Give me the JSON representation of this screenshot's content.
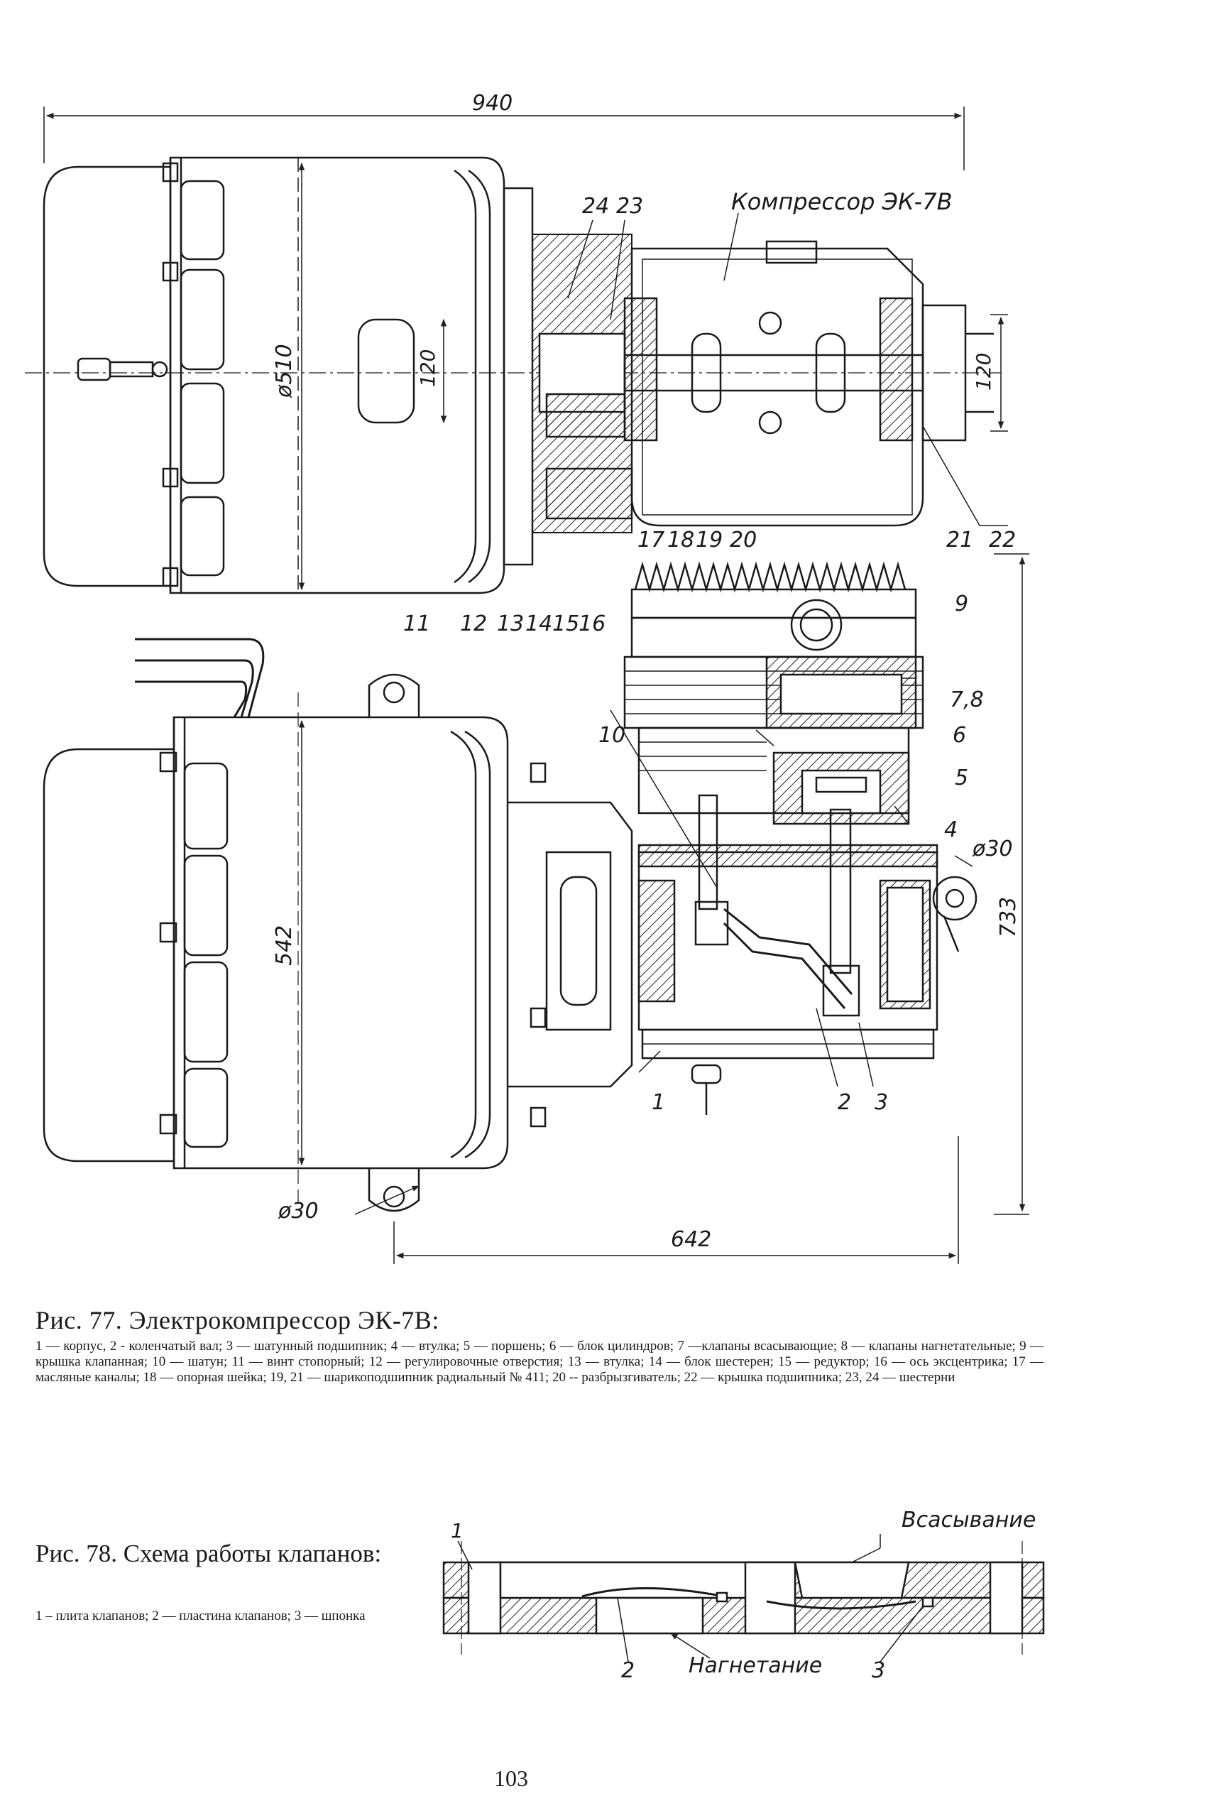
{
  "drawing77": {
    "dimensions": {
      "d940": "940",
      "d510": "ø510",
      "d120_left": "120",
      "d120_right": "120",
      "d542": "542",
      "d733": "733",
      "d642": "642",
      "d30_bottom": "ø30",
      "d30_right": "ø30"
    },
    "compressor_label": "Компрессор ЭК-7В",
    "callouts": {
      "c1": "1",
      "c2": "2",
      "c3": "3",
      "c4": "4",
      "c5": "5",
      "c6": "6",
      "c78": "7,8",
      "c9": "9",
      "c10": "10",
      "c11": "11",
      "c12": "12",
      "c13": "13",
      "c14": "14",
      "c15": "15",
      "c16": "16",
      "c17": "17",
      "c18": "18",
      "c19": "19",
      "c20": "20",
      "c21": "21",
      "c22": "22",
      "c23": "23",
      "c24": "24"
    }
  },
  "figure77": {
    "title": "Рис. 77. Электрокомпрессор ЭК-7В:",
    "legend": "1 — корпус, 2 - коленчатый вал; 3 — шатунный подшипник; 4 — втулка; 5 — поршень; 6 — блок цилиндров; 7 —клапаны всасывающие; 8 — клапаны нагнетательные; 9 — крышка клапанная; 10 — шатун; 11 — винт стопорный; 12 — регулировочные отверстия; 13 — втулка; 14 — блок шестерен; 15 — редуктор; 16 — ось эксцентрика; 17 — масляные каналы; 18 — опорная шейка; 19, 21 — шарикоподшипник радиальный № 411; 20 -- разбрызгиватель; 22 — крышка подшипника; 23, 24 — шестерни"
  },
  "drawing78": {
    "suction_label": "Всасывание",
    "discharge_label": "Нагнетание",
    "callouts": {
      "c1": "1",
      "c2": "2",
      "c3": "3"
    }
  },
  "figure78": {
    "title": "Рис. 78. Схема работы клапанов:",
    "legend": "1 – плита клапанов; 2 — пластина клапанов; 3 — шпонка"
  },
  "page_number": "103"
}
